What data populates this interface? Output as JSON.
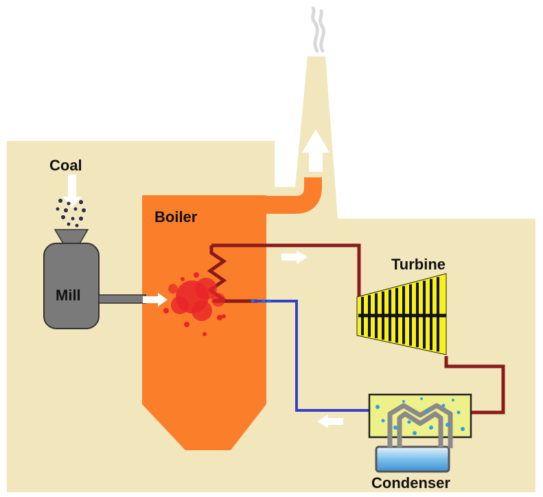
{
  "labels": {
    "coal": "Coal",
    "mill": "Mill",
    "boiler": "Boiler",
    "turbine": "Turbine",
    "condenser": "Condenser"
  },
  "colors": {
    "background": "#f2e6bd",
    "boiler": "#fb7f2a",
    "mill": "#7a7a7a",
    "steam_pipe": "#8b1a1a",
    "water_pipe": "#3340c9",
    "turbine": "#f7f21c",
    "condenser": "#eef08a",
    "flame": "#e8242a",
    "flow_arrow": "#ffffff",
    "cooling_water": "#6fb7e8"
  }
}
